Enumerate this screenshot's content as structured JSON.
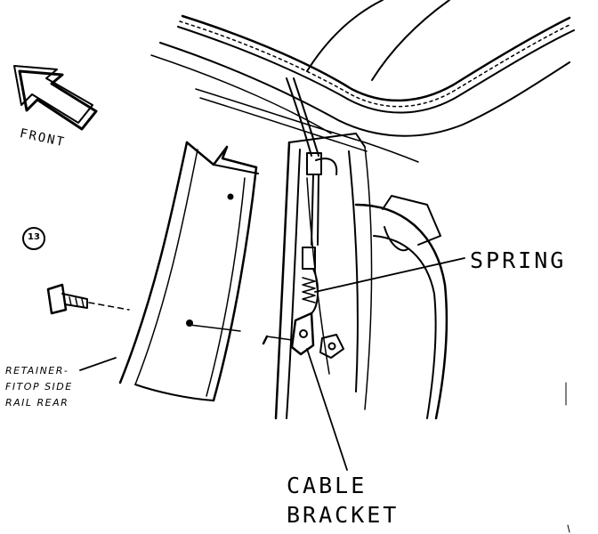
{
  "labels": {
    "front": "FRONT",
    "spring": "SPRING",
    "cable": "CABLE",
    "bracket": "BRACKET",
    "retainer_line1": "RETAINER-",
    "retainer_line2": "FITOP SIDE",
    "retainer_line3": "RAIL REAR",
    "callout": "13"
  },
  "icons": {
    "front_arrow": "front-arrow-icon",
    "bolt": "bolt-icon"
  },
  "colors": {
    "ink": "#000000",
    "paper": "#ffffff"
  }
}
